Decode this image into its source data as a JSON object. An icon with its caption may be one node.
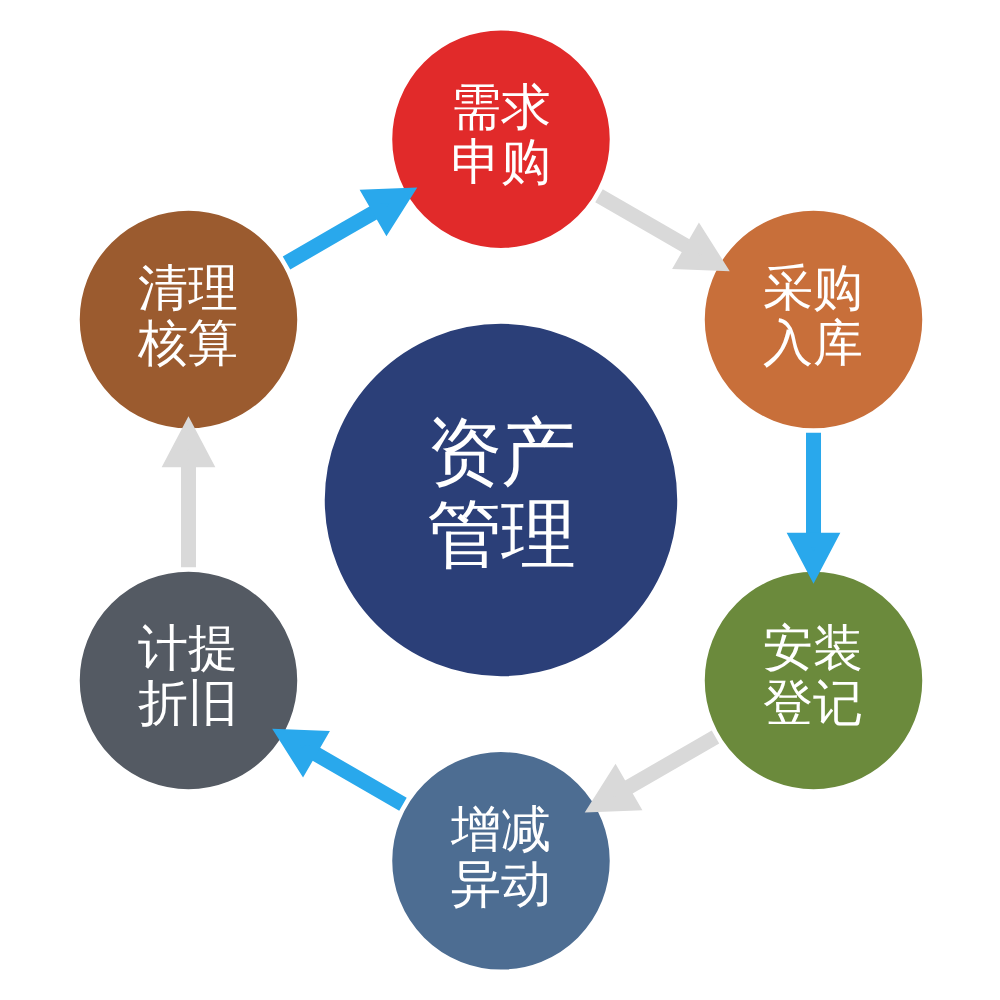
{
  "diagram": {
    "nodes": [
      {
        "text": [
          "资产管理"
        ]
      },
      {
        "text": [
          "需求申购"
        ]
      },
      {
        "text": [
          "采购入库"
        ]
      },
      {
        "text": [
          "安装登记"
        ]
      },
      {
        "text": [
          "增减异动"
        ]
      },
      {
        "text": [
          "计提折旧"
        ]
      },
      {
        "text": [
          "清理核算"
        ]
      }
    ],
    "edges": [
      {
        "from": 1,
        "to": 2,
        "arrow": "to",
        "color": "#d9d9d9"
      },
      {
        "from": 2,
        "to": 3,
        "arrow": "to",
        "color": "#29a8ec"
      },
      {
        "from": 3,
        "to": 4,
        "arrow": "to",
        "color": "#d9d9d9"
      },
      {
        "from": 4,
        "to": 5,
        "arrow": "to",
        "color": "#29a8ec"
      },
      {
        "from": 5,
        "to": 6,
        "arrow": "to",
        "color": "#d9d9d9"
      },
      {
        "from": 6,
        "to": 1,
        "arrow": "to",
        "color": "#29a8ec"
      }
    ]
  }
}
